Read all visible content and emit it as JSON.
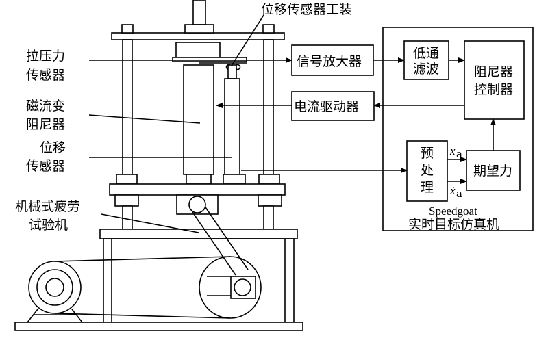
{
  "labels": {
    "sensor_fixture": "位移传感器工装",
    "load_cell_1": "拉压力",
    "load_cell_2": "传感器",
    "mr_damper_1": "磁流变",
    "mr_damper_2": "阻尼器",
    "disp_sensor_1": "位移",
    "disp_sensor_2": "传感器",
    "fatigue_machine_1": "机械式疲劳",
    "fatigue_machine_2": "试验机"
  },
  "blocks": {
    "signal_amplifier": "信号放大器",
    "lowpass_1": "低通",
    "lowpass_2": "滤波",
    "damper_controller_1": "阻尼器",
    "damper_controller_2": "控制器",
    "current_driver": "电流驱动器",
    "preprocess_1": "预",
    "preprocess_2": "处",
    "preprocess_3": "理",
    "expected_force": "期望力",
    "x_var": "x",
    "x_sub": "a",
    "xdot_var": "ẋ",
    "xdot_sub": "a"
  },
  "rt_machine": {
    "name": "Speedgoat",
    "desc": "实时目标仿真机"
  }
}
